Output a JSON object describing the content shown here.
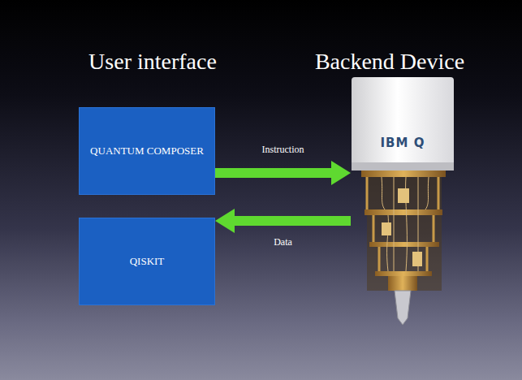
{
  "diagram": {
    "nodes": [
      {
        "text": [
          "QUANTUM COMPOSER"
        ]
      },
      {
        "text": [
          "QISKIT"
        ]
      },
      {
        "text": [
          "IBM Q"
        ]
      }
    ],
    "edges": [
      {
        "from": 0,
        "to": 2,
        "arrow": "to",
        "label": "Instruction"
      },
      {
        "from": 2,
        "to": 1,
        "arrow": "to",
        "label": "Data"
      }
    ],
    "labels": [
      "User interface",
      "Backend Device"
    ]
  }
}
